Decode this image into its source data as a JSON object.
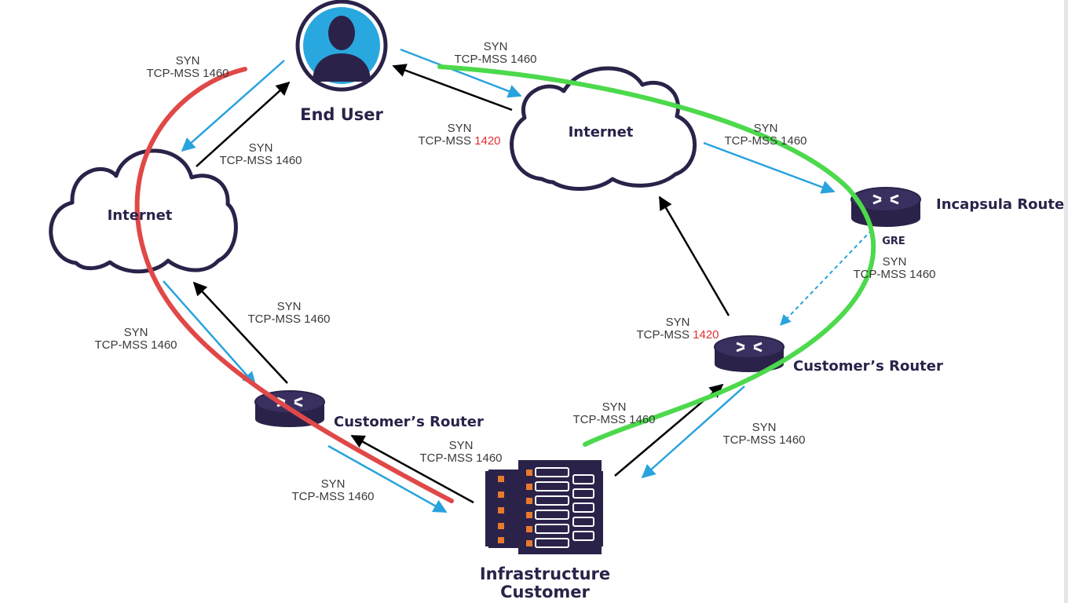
{
  "colors": {
    "node": "#2b2249",
    "user_bg": "#29a8e0",
    "blue_arrow": "#29a3dd",
    "black_arrow": "#000000",
    "red_path": "#e04848",
    "green_path": "#4cd94c",
    "highlight_value": "#e03030",
    "server_led": "#e87a2e"
  },
  "nodes": {
    "end_user": "End User",
    "internet_left": "Internet",
    "internet_right": "Internet",
    "incapsula_router": "Incapsula Router",
    "gre": "GRE",
    "customer_router_left": "Customer’s Router",
    "customer_router_right": "Customer’s Router",
    "infra_line1": "Infrastructure",
    "infra_line2": "Customer"
  },
  "labels": {
    "syn": "SYN",
    "mss_prefix": "TCP-MSS ",
    "mss_full": "TCP-MSS 1460",
    "mss_1420": "1420"
  }
}
